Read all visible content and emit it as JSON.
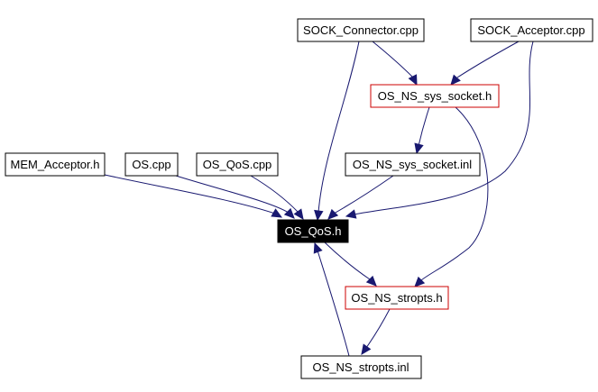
{
  "nodes": {
    "sock_connector": {
      "label": "SOCK_Connector.cpp",
      "style": "normal"
    },
    "sock_acceptor": {
      "label": "SOCK_Acceptor.cpp",
      "style": "normal"
    },
    "os_ns_sys_socket_h": {
      "label": "OS_NS_sys_socket.h",
      "style": "highlight"
    },
    "mem_acceptor": {
      "label": "MEM_Acceptor.h",
      "style": "normal"
    },
    "os_cpp": {
      "label": "OS.cpp",
      "style": "normal"
    },
    "os_qos_cpp": {
      "label": "OS_QoS.cpp",
      "style": "normal"
    },
    "os_ns_sys_socket_inl": {
      "label": "OS_NS_sys_socket.inl",
      "style": "normal"
    },
    "os_qos_h": {
      "label": "OS_QoS.h",
      "style": "focus"
    },
    "os_ns_stropts_h": {
      "label": "OS_NS_stropts.h",
      "style": "highlight"
    },
    "os_ns_stropts_inl": {
      "label": "OS_NS_stropts.inl",
      "style": "normal"
    }
  },
  "edges": [
    {
      "from": "sock_connector",
      "to": "os_ns_sys_socket_h"
    },
    {
      "from": "sock_acceptor",
      "to": "os_ns_sys_socket_h"
    },
    {
      "from": "sock_connector",
      "to": "os_qos_h"
    },
    {
      "from": "sock_acceptor",
      "to": "os_qos_h"
    },
    {
      "from": "os_ns_sys_socket_h",
      "to": "os_ns_sys_socket_inl"
    },
    {
      "from": "os_ns_sys_socket_h",
      "to": "os_ns_stropts_h"
    },
    {
      "from": "mem_acceptor",
      "to": "os_qos_h"
    },
    {
      "from": "os_cpp",
      "to": "os_qos_h"
    },
    {
      "from": "os_qos_cpp",
      "to": "os_qos_h"
    },
    {
      "from": "os_ns_sys_socket_inl",
      "to": "os_qos_h"
    },
    {
      "from": "os_qos_h",
      "to": "os_ns_stropts_h"
    },
    {
      "from": "os_ns_stropts_h",
      "to": "os_ns_stropts_inl"
    },
    {
      "from": "os_ns_stropts_inl",
      "to": "os_qos_h"
    }
  ],
  "colors": {
    "edge": "#191970",
    "highlight_border": "#cc0000",
    "focus_fill": "#000000",
    "focus_text": "#ffffff"
  }
}
